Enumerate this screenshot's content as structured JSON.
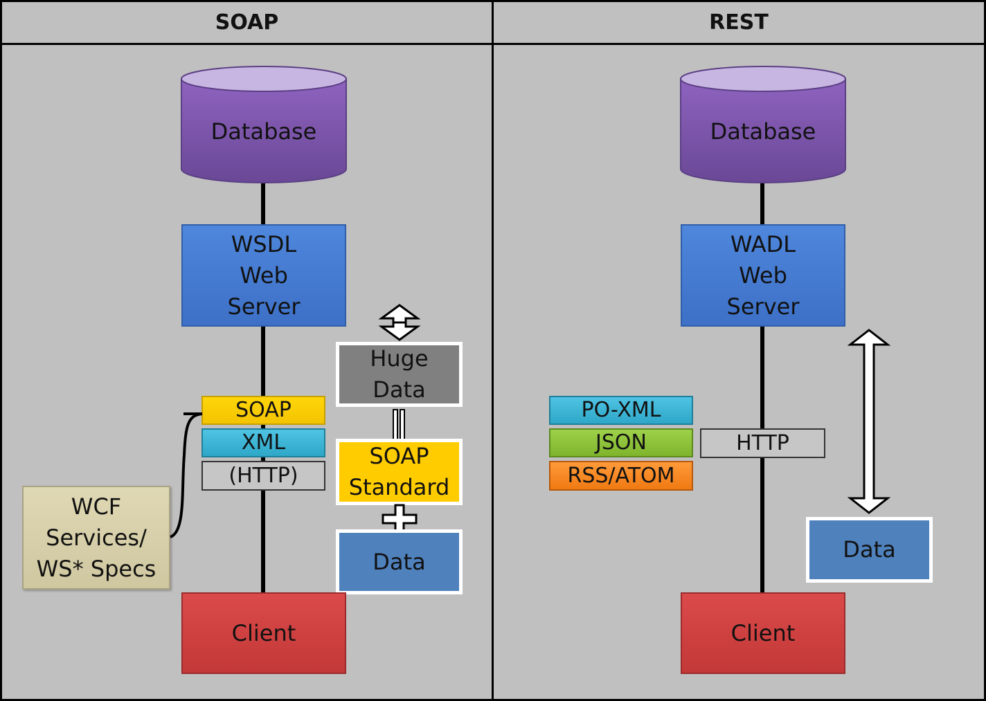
{
  "soap": {
    "header": "SOAP",
    "database": "Database",
    "server": "WSDL\nWeb\nServer",
    "layers": [
      "SOAP",
      "XML",
      "(HTTP)"
    ],
    "wcf": "WCF\nServices/\nWS* Specs",
    "huge_data": "Huge\nData",
    "soap_standard": "SOAP\nStandard",
    "data": "Data",
    "client": "Client"
  },
  "rest": {
    "header": "REST",
    "database": "Database",
    "server": "WADL\nWeb\nServer",
    "formats": [
      "PO-XML",
      "JSON",
      "RSS/ATOM"
    ],
    "http": "HTTP",
    "data": "Data",
    "client": "Client"
  },
  "colors": {
    "panel": "#c0c0c0",
    "database": "#7b56a8",
    "server": "#4472c4",
    "client": "#c0392b",
    "soap_tag": "#ffcc00",
    "xml_tag": "#31b0d5",
    "json_tag": "#8cc63f",
    "rss_tag": "#f7931e",
    "data_box": "#4f81bd",
    "huge_data": "#808080"
  }
}
